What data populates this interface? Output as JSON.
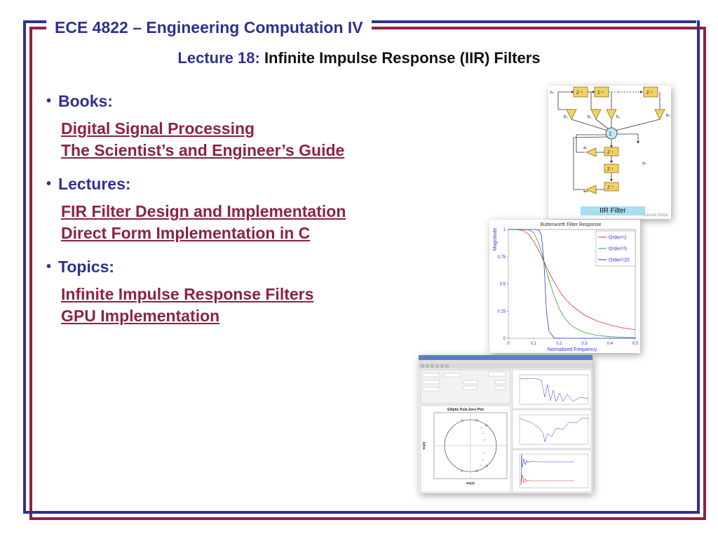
{
  "header": {
    "course_title": "ECE 4822 – Engineering Computation IV",
    "lecture_prefix": "Lecture 18:",
    "lecture_name": "Infinite Impulse Response (IIR) Filters"
  },
  "sections": [
    {
      "heading": "Books:",
      "links": [
        "Digital Signal Processing",
        "The Scientist’s and Engineer’s Guide"
      ]
    },
    {
      "heading": "Lectures:",
      "links": [
        "FIR Filter Design and Implementation",
        "Direct Form Implementation in C"
      ]
    },
    {
      "heading": "Topics:",
      "links": [
        "Infinite Impulse Response Filters",
        "GPU Implementation"
      ]
    }
  ],
  "figures": {
    "iir_diagram": {
      "caption": "IIR Filter",
      "credit": "Circuit Globe",
      "delay_label": "Z⁻¹",
      "sum_label": "Σ",
      "input_label": "xₙ",
      "output_label": "yₙ",
      "b_labels": [
        "b₀",
        "b₁",
        "b₂",
        "bₙ"
      ],
      "a_labels": [
        "a₁",
        "aₘ"
      ]
    },
    "butterworth_plot": {
      "chart_data": {
        "type": "line",
        "title": "Butterworth Filter Response",
        "xlabel": "Normalized Frequency",
        "ylabel": "Magnitude",
        "xlim": [
          0,
          0.5
        ],
        "ylim": [
          0,
          1
        ],
        "xticks": [
          "0",
          "0.1",
          "0.2",
          "0.3",
          "0.4",
          "0.5"
        ],
        "yticks": [
          "0",
          "0.25",
          "0.5",
          "0.75",
          "1"
        ],
        "legend_position": "top-right",
        "cutoff": 0.14,
        "x": [
          0,
          0.02,
          0.04,
          0.06,
          0.08,
          0.1,
          0.12,
          0.13,
          0.14,
          0.15,
          0.16,
          0.18,
          0.2,
          0.22,
          0.25,
          0.3,
          0.35,
          0.4,
          0.45,
          0.5
        ],
        "series": [
          {
            "name": "Order=2",
            "color": "#e0302a",
            "values": [
              1,
              1,
              0.998,
              0.989,
              0.956,
              0.891,
              0.806,
              0.758,
              0.707,
              0.657,
              0.608,
              0.518,
              0.44,
              0.375,
              0.3,
              0.213,
              0.158,
              0.122,
              0.096,
              0.078
            ]
          },
          {
            "name": "Order=5",
            "color": "#2ca02c",
            "values": [
              1,
              1,
              1,
              1,
              0.997,
              0.973,
              0.872,
              0.794,
              0.707,
              0.62,
              0.537,
              0.39,
              0.275,
              0.191,
              0.112,
              0.052,
              0.026,
              0.015,
              0.009,
              0.005
            ]
          },
          {
            "name": "Order=20",
            "color": "#3535d8",
            "values": [
              1,
              1,
              1,
              1,
              1,
              1,
              0.998,
              0.95,
              0.707,
              0.251,
              0.067,
              0.003,
              0,
              0,
              0,
              0,
              0,
              0,
              0,
              0
            ]
          }
        ]
      }
    },
    "matlab_tool": {
      "pole_zero_title": "Elliptic Pole-Zero Plot",
      "xlabel": "Re(Z)",
      "ylabel": "Im(Z)"
    }
  }
}
